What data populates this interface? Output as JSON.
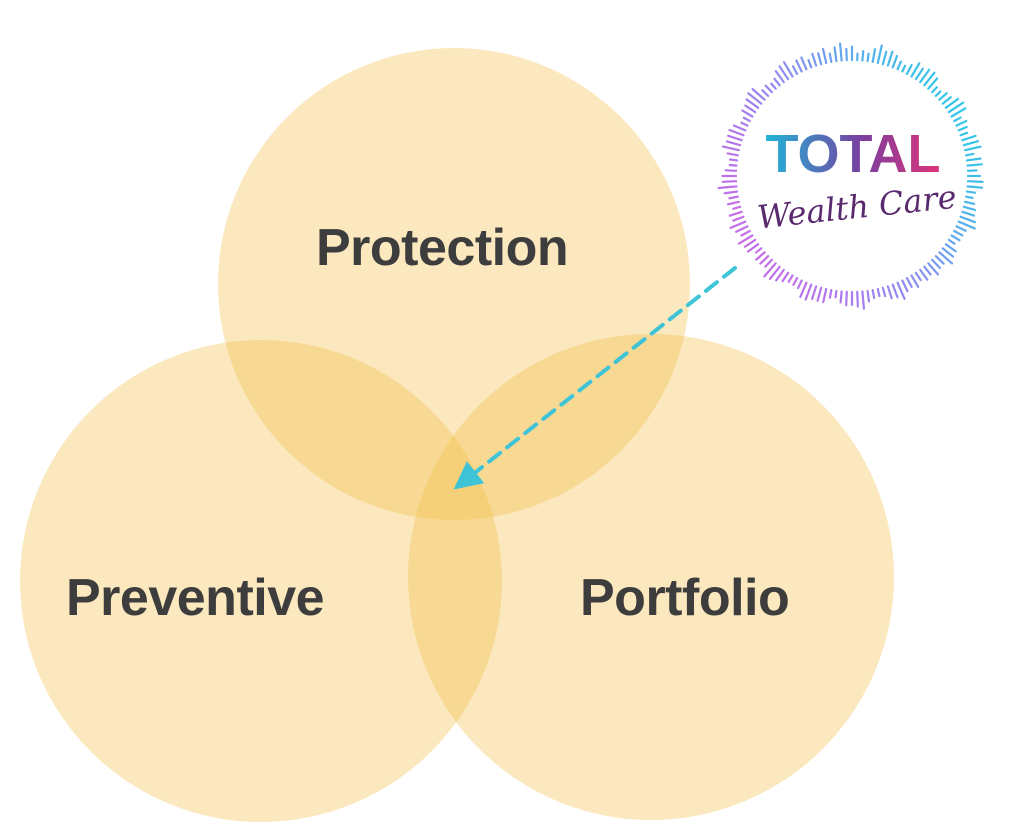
{
  "venn": {
    "color": "#f5c04a",
    "circles": [
      {
        "key": "protection",
        "label": "Protection"
      },
      {
        "key": "preventive",
        "label": "Preventive"
      },
      {
        "key": "portfolio",
        "label": "Portfolio"
      }
    ]
  },
  "logo": {
    "word": "TOTAL",
    "tagline": "Wealth Care",
    "gradient": [
      "#1fb5d8",
      "#7a3fa0",
      "#e0347a"
    ],
    "ring_colors": [
      "#34c6e8",
      "#8a8ef0",
      "#c46ee8"
    ]
  },
  "arrow": {
    "color": "#3ec4d6",
    "style": "dashed"
  }
}
